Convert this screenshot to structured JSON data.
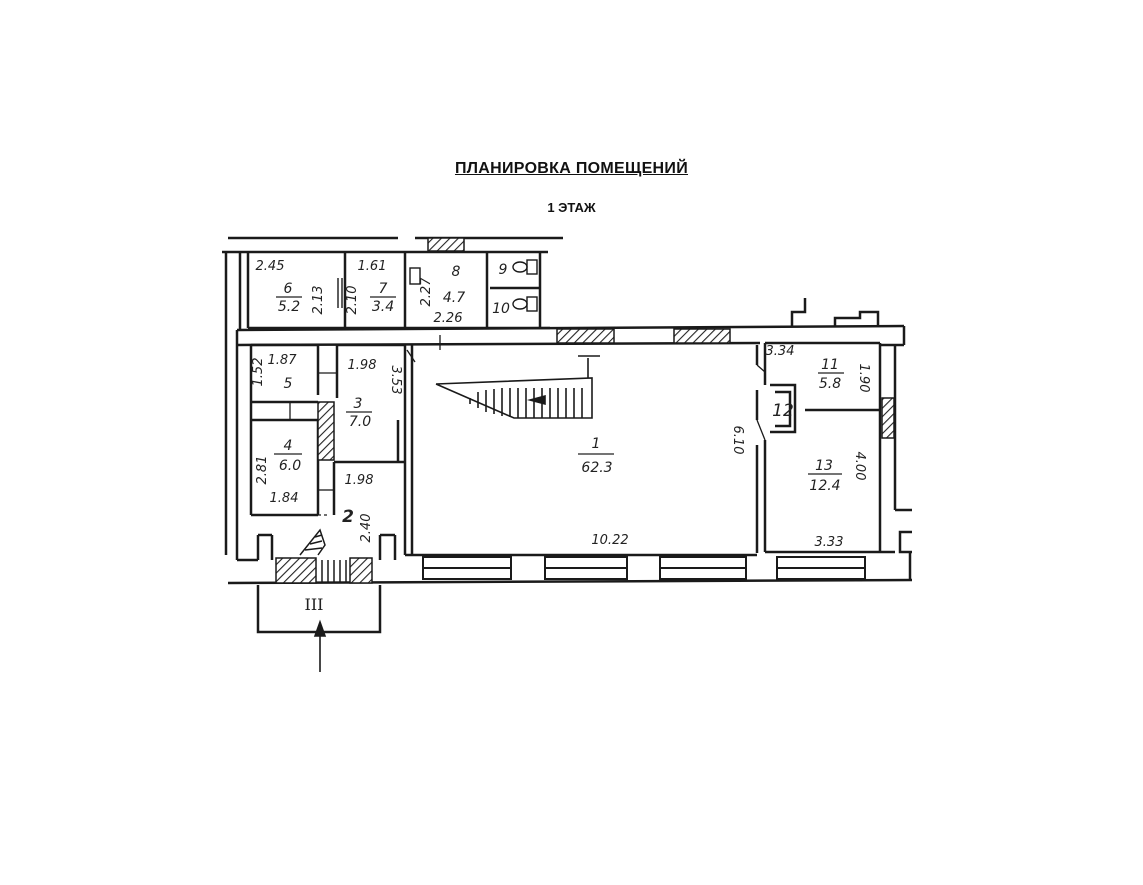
{
  "title": "ПЛАНИРОВКА ПОМЕЩЕНИЙ",
  "floor": "1 ЭТАЖ",
  "rooms": {
    "r1": {
      "num": "1",
      "area": "62.3",
      "w": "10.22",
      "h": "6.10"
    },
    "r2": {
      "num": "2",
      "w": "1.98",
      "h": "2.40"
    },
    "r3": {
      "num": "3",
      "area": "7.0",
      "w": "1.98",
      "h": "3.53"
    },
    "r4": {
      "num": "4",
      "area": "6.0",
      "w": "1.84",
      "h": "2.81"
    },
    "r5": {
      "num": "5",
      "w": "1.87",
      "h": "1.52"
    },
    "r6": {
      "num": "6",
      "area": "5.2",
      "w": "2.45",
      "h": "2.13"
    },
    "r7": {
      "num": "7",
      "area": "3.4",
      "w": "1.61",
      "h": "2.10"
    },
    "r8": {
      "num": "8",
      "area": "4.7",
      "w": "2.26",
      "h": "2.27"
    },
    "r9": {
      "num": "9"
    },
    "r10": {
      "num": "10"
    },
    "r11": {
      "num": "11",
      "area": "5.8",
      "w": "3.34",
      "h": "1.90"
    },
    "r12": {
      "num": "12"
    },
    "r13": {
      "num": "13",
      "area": "12.4",
      "w": "3.33",
      "h": "4.00"
    }
  },
  "entrance": "III"
}
